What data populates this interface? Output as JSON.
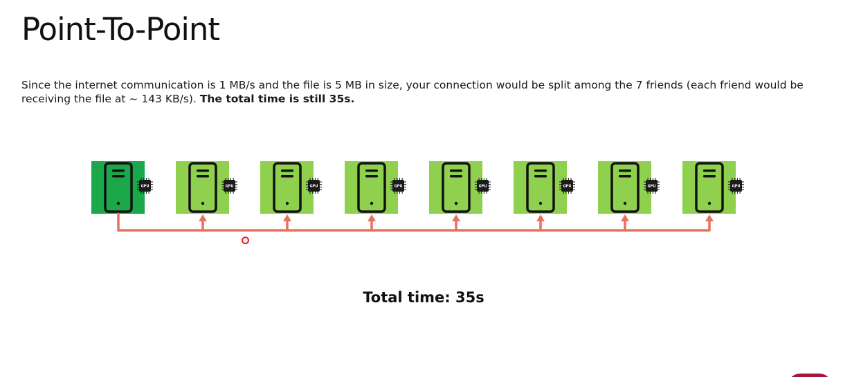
{
  "slide": {
    "title": "Point-To-Point",
    "description_plain": "Since the internet communication is 1 MB/s and the file is 5 MB in size, your connection would be split among the 7 friends (each friend would be receiving the file at ~ 143 KB/s). ",
    "description_bold": "The total time is still 35s.",
    "total_time": "Total time: 35s"
  },
  "diagram": {
    "chip_label": "GPU",
    "nodes": [
      {
        "role": "source"
      },
      {
        "role": "friend"
      },
      {
        "role": "friend"
      },
      {
        "role": "friend"
      },
      {
        "role": "friend"
      },
      {
        "role": "friend"
      },
      {
        "role": "friend"
      },
      {
        "role": "friend"
      }
    ],
    "colors": {
      "source_bg": "#1aa84b",
      "friend_bg": "#8fd14f",
      "link": "#e8705c",
      "outline": "#111111"
    }
  }
}
